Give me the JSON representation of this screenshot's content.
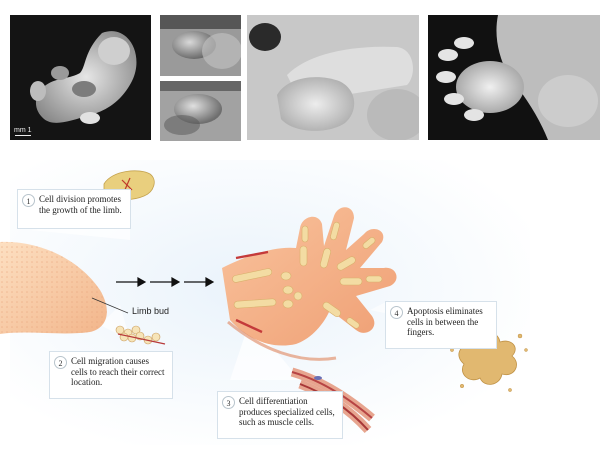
{
  "photos": {
    "scale_label": "mm 1"
  },
  "diagram": {
    "limb_bud_label": "Limb bud",
    "steps": [
      {
        "number": "1",
        "text": "Cell division promotes the growth of the limb."
      },
      {
        "number": "2",
        "text": "Cell migration causes cells to reach their correct location."
      },
      {
        "number": "3",
        "text": "Cell differentiation produces specialized cells, such as muscle cells."
      },
      {
        "number": "4",
        "text": "Apoptosis eliminates cells in between the fingers."
      }
    ]
  }
}
